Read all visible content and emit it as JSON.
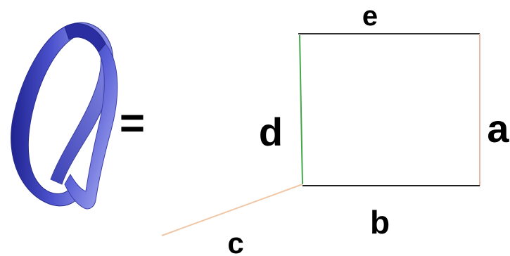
{
  "diagram": {
    "equals_sign": "=",
    "labels": {
      "a": "a",
      "b": "b",
      "c": "c",
      "d": "d",
      "e": "e"
    },
    "colors": {
      "strip_dark": "#2f34a8",
      "strip_mid": "#5a60d6",
      "strip_light": "#aeb2f2",
      "edge_e": "#2f2f2f",
      "edge_a": "#e6b7a5",
      "edge_b": "#1f1f1f",
      "edge_d": "#43a84a",
      "edge_c": "#f0c8a8"
    }
  }
}
